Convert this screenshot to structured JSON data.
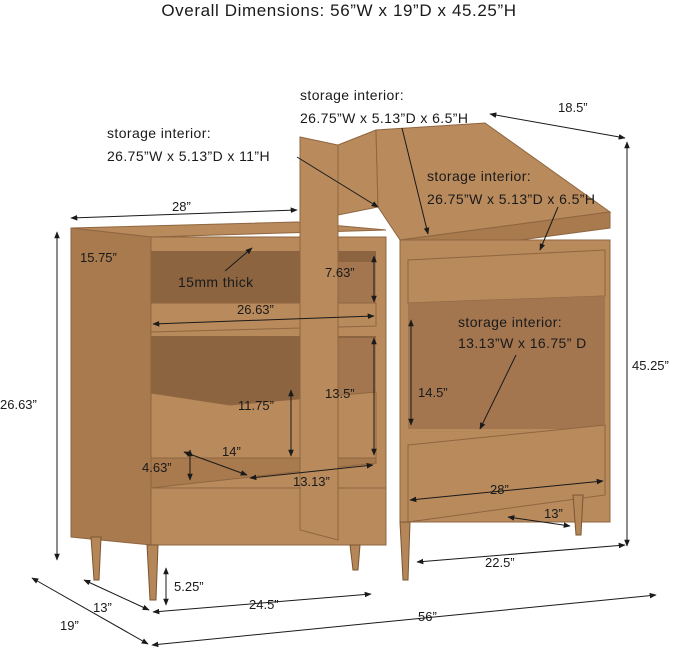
{
  "title": "Overall Dimensions: 56”W x 19”D x 45.25”H",
  "annotations": {
    "left_storage_label": "storage interior:",
    "left_storage_dims": "26.75”W x 5.13”D x 11”H",
    "top_storage_label": "storage interior:",
    "top_storage_dims": "26.75”W x 5.13”D x 6.5”H",
    "right_storage_label": "storage interior:",
    "right_storage_dims": "26.75”W x 5.13”D x 6.5”H",
    "lower_storage_label": "storage interior:",
    "lower_storage_dims": "13.13”W x 16.75” D",
    "thickness": "15mm thick"
  },
  "dimensions": {
    "d_28_top": "28”",
    "d_18_5": "18.5”",
    "d_15_75": "15.75”",
    "d_7_63": "7.63”",
    "d_26_63_shelf": "26.63”",
    "d_13_5": "13.5”",
    "d_11_75": "11.75”",
    "d_14_5": "14.5”",
    "d_14": "14”",
    "d_4_63": "4.63”",
    "d_13_13": "13.13”",
    "d_28_bottom": "28”",
    "d_13_right": "13”",
    "d_26_63_height": "26.63”",
    "d_45_25": "45.25”",
    "d_22_5": "22.5”",
    "d_5_25": "5.25”",
    "d_24_5": "24.5”",
    "d_13_left": "13”",
    "d_19": "19”",
    "d_56": "56”"
  }
}
